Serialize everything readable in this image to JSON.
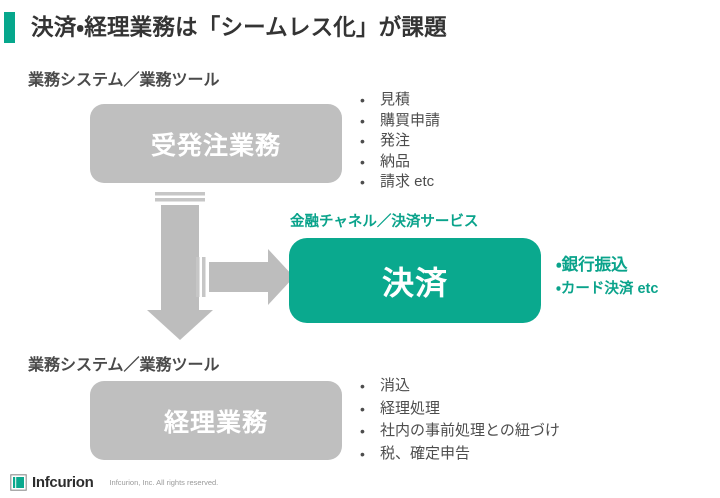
{
  "slide": {
    "title": "決済・経理業務は「シームレス化」が課題",
    "accent_color": "#06a78c",
    "gray_color": "#bfbfbf",
    "teal_color": "#0aa98e"
  },
  "sections": {
    "top_caption": "業務システム／業務ツール",
    "bottom_caption": "業務システム／業務ツール",
    "payment_caption": "金融チャネル／決済サービス"
  },
  "boxes": {
    "order": "受発注業務",
    "payment": "決済",
    "accounting": "経理業務"
  },
  "lists": {
    "order_items": [
      "見積",
      "購買申請",
      "発注",
      "納品",
      "請求  etc"
    ],
    "accounting_items": [
      "消込",
      "経理処理",
      "社内の事前処理との紐づけ",
      "税、確定申告"
    ],
    "channel_items": [
      "・銀行振込",
      "・カード決済  etc"
    ]
  },
  "arrows": {
    "down_name": "down-arrow",
    "right_name": "right-arrow"
  },
  "footer": {
    "logo_text": "Infcurion",
    "copyright": "Infcurion, Inc.  All rights reserved."
  }
}
